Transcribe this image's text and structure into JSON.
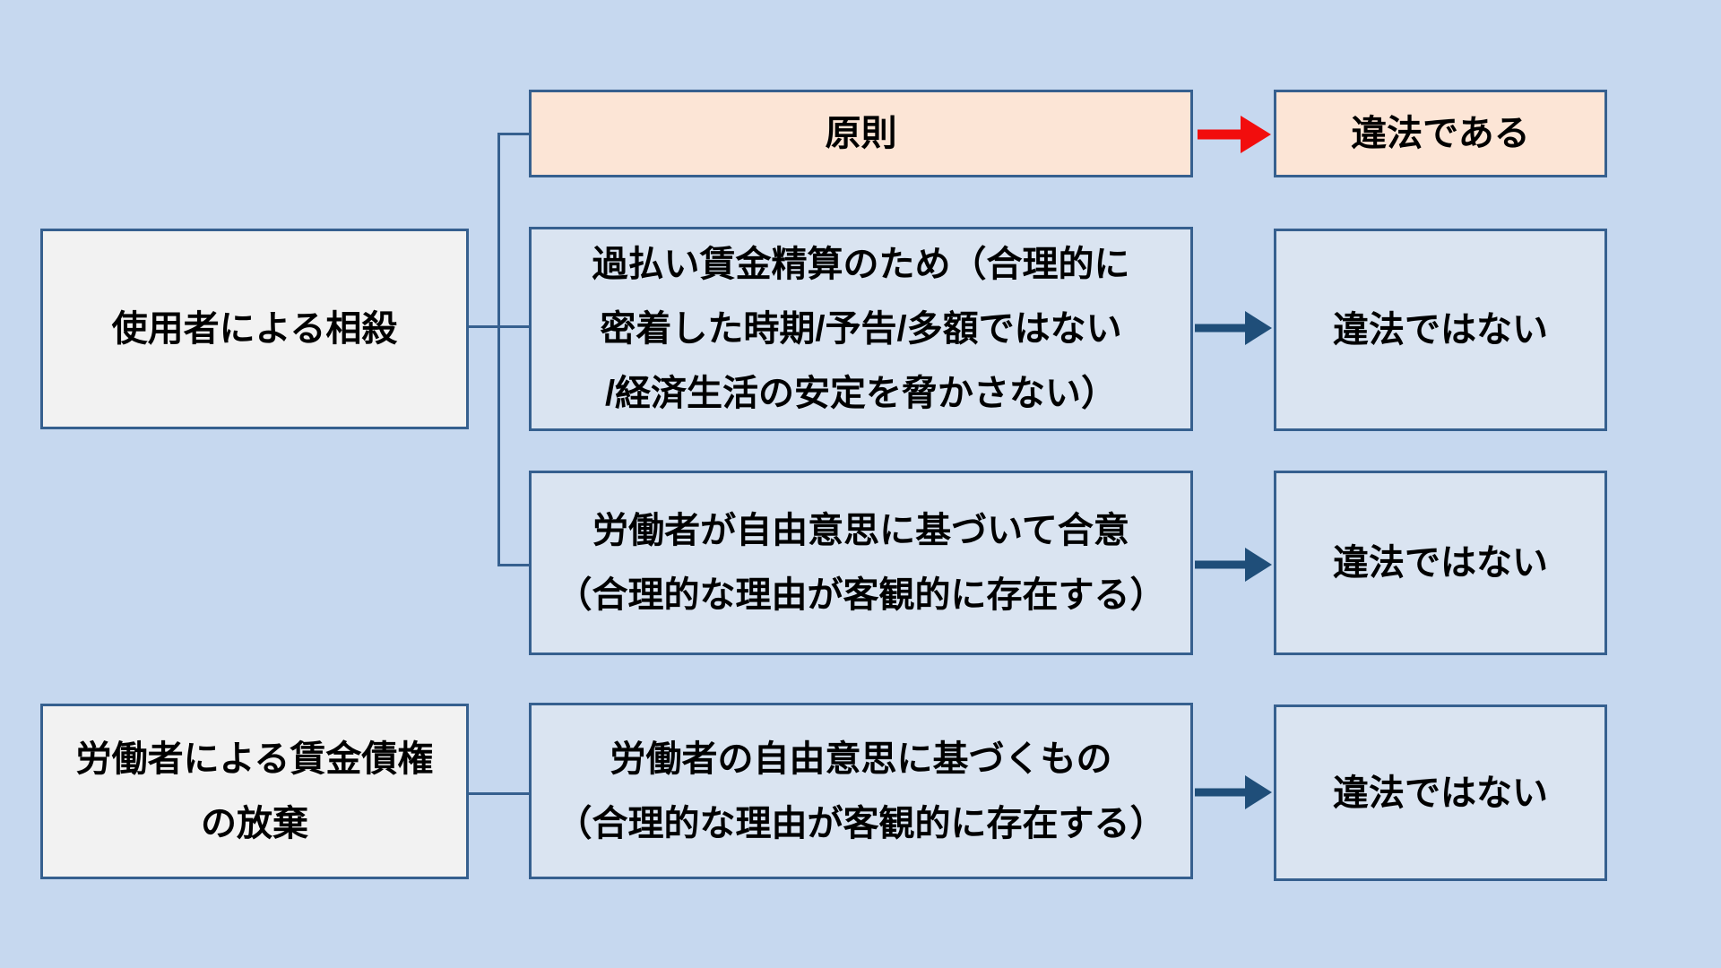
{
  "colors": {
    "background": "#c6d8ef",
    "box-blue": "#dae4f1",
    "box-peach": "#fce5d6",
    "box-gray": "#f2f2f2",
    "border": "#36608f",
    "arrow-navy": "#1f4e79",
    "arrow-red": "#f20d0d",
    "text": "#000000"
  },
  "nodes": {
    "employer_offset": {
      "label": "使用者による相殺"
    },
    "wage_claim_waiver": {
      "label": "労働者による賃金債権\nの放棄"
    },
    "principle": {
      "label": "原則"
    },
    "overpaid_settlement": {
      "label": "過払い賃金精算のため（合理的に\n密着した時期/予告/多額ではない\n/経済生活の安定を脅かさない）"
    },
    "free_will_agreement": {
      "label": "労働者が自由意思に基づいて合意\n（合理的な理由が客観的に存在する）"
    },
    "free_will_basis": {
      "label": "労働者の自由意思に基づくもの\n（合理的な理由が客観的に存在する）"
    },
    "illegal": {
      "label": "違法である"
    },
    "not_illegal_row2": {
      "label": "違法ではない"
    },
    "not_illegal_row3": {
      "label": "違法ではない"
    },
    "not_illegal_row4": {
      "label": "違法ではない"
    }
  }
}
